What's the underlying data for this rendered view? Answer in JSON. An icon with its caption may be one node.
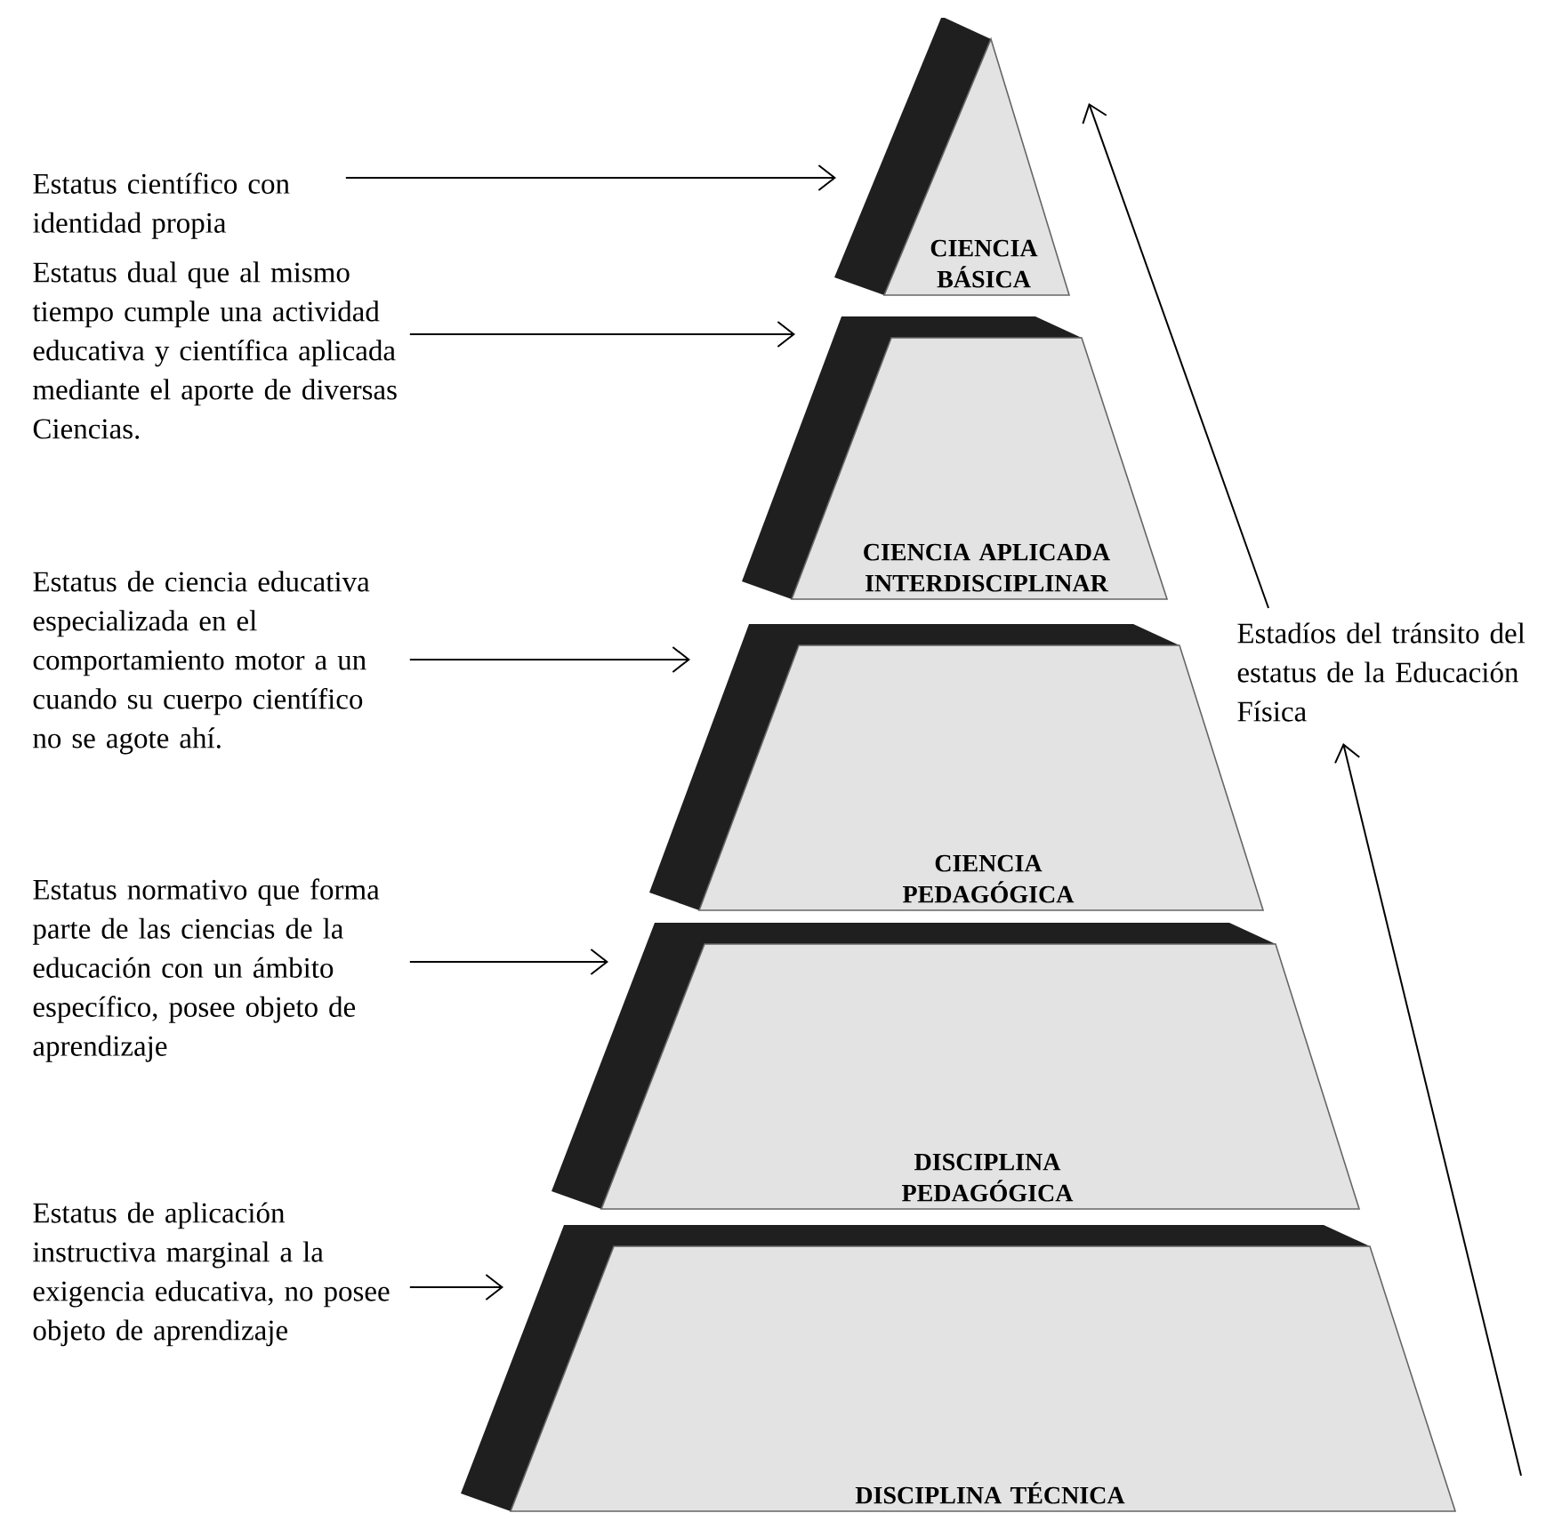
{
  "diagram": {
    "nodes": [
      {
        "text": [
          "Estatus científico con identidad propia"
        ]
      },
      {
        "text": [
          "Estatus dual que al mismo tiempo cumple una actividad educativa y científica aplicada mediante el aporte de diversas Ciencias."
        ]
      },
      {
        "text": [
          "Estatus de ciencia educativa especializada en el comportamiento motor a un cuando su cuerpo científico no se agote ahí."
        ]
      },
      {
        "text": [
          "Estatus normativo que forma parte de las ciencias de la educación con un ámbito específico, posee objeto de aprendizaje"
        ]
      },
      {
        "text": [
          "Estatus de aplicación instructiva marginal a la exigencia educativa, no posee objeto de aprendizaje"
        ]
      },
      {
        "text": [
          "CIENCIA BÁSICA"
        ]
      },
      {
        "text": [
          "CIENCIA APLICADA INTERDISCIPLINAR"
        ]
      },
      {
        "text": [
          "CIENCIA PEDAGÓGICA"
        ]
      },
      {
        "text": [
          "DISCIPLINA PEDAGÓGICA"
        ]
      },
      {
        "text": [
          "DISCIPLINA TÉCNICA"
        ]
      },
      {
        "text": [
          "Estadíos del tránsito del estatus de la Educación Física"
        ]
      }
    ],
    "edges": [
      {
        "from": 0,
        "to": 5,
        "arrow": "to"
      },
      {
        "from": 1,
        "to": 6,
        "arrow": "to"
      },
      {
        "from": 2,
        "to": 7,
        "arrow": "to"
      },
      {
        "from": 3,
        "to": 8,
        "arrow": "to"
      },
      {
        "from": 4,
        "to": 9,
        "arrow": "to"
      },
      {
        "from": 10,
        "to": null,
        "arrow": "to"
      },
      {
        "from": null,
        "to": 10,
        "arrow": "to"
      }
    ]
  }
}
